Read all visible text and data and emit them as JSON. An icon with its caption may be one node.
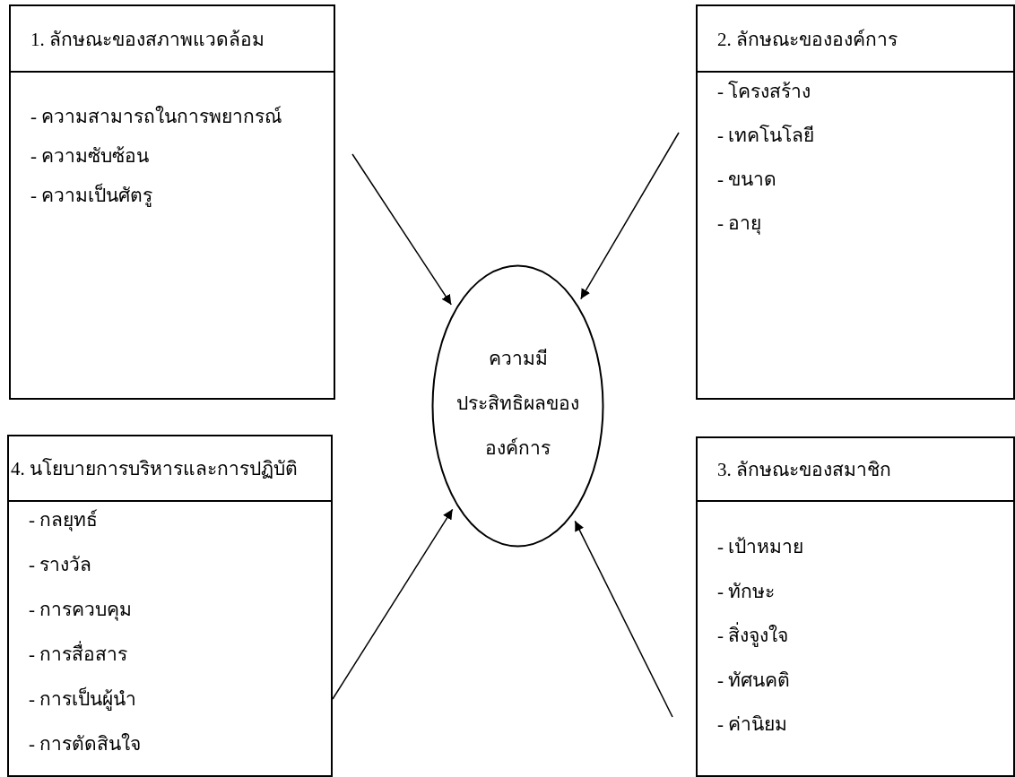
{
  "diagram": {
    "nodes": [
      {
        "text": [
          "1. ลักษณะของสภาพแวดล้อม",
          "- ความสามารถในการพยากรณ์",
          "- ความซับซ้อน",
          "- ความเป็นศัตรู"
        ]
      },
      {
        "text": [
          "2. ลักษณะขององค์การ",
          "- โครงสร้าง",
          "- เทคโนโลยี",
          "- ขนาด",
          "- อายุ"
        ]
      },
      {
        "text": [
          "ความมี ประสิทธิผลของ องค์การ"
        ]
      },
      {
        "text": [
          "4. นโยบายการบริหารและการปฏิบัติ",
          "- กลยุทธ์",
          "- รางวัล",
          "- การควบคุม",
          "- การสื่อสาร",
          "- การเป็นผู้นำ",
          "- การตัดสินใจ"
        ]
      },
      {
        "text": [
          "3. ลักษณะของสมาชิก",
          "- เป้าหมาย",
          "- ทักษะ",
          "- สิ่งจูงใจ",
          "- ทัศนคติ",
          "- ค่านิยม"
        ]
      }
    ],
    "edges": [
      {
        "from": 0,
        "to": 2,
        "arrow": "to"
      },
      {
        "from": 1,
        "to": 2,
        "arrow": "to"
      },
      {
        "from": 3,
        "to": 2,
        "arrow": "to"
      },
      {
        "from": 4,
        "to": 2,
        "arrow": "to"
      }
    ]
  }
}
